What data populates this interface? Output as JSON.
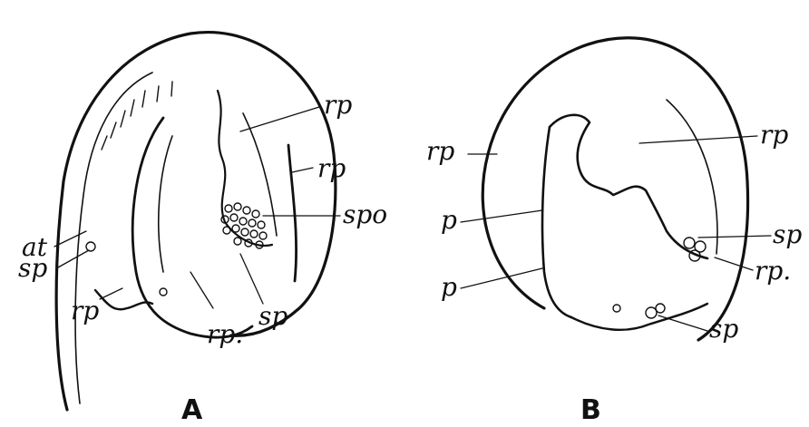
{
  "figure": {
    "panels": [
      {
        "caption": "A",
        "labels": {
          "rp_upper": "rp",
          "rp_right": "rp",
          "spo": "spo",
          "at": "at",
          "sp_left": "sp",
          "rp_bottom_left": "rp",
          "rp_bottom_mid": "rp.",
          "sp_bottom": "sp"
        }
      },
      {
        "caption": "B",
        "labels": {
          "rp_left": "rp",
          "rp_upper_right": "rp",
          "p_upper": "p",
          "p_lower": "p",
          "sp_right": "sp",
          "rp_right_lower": "rp.",
          "sp_bottom": "sp"
        }
      }
    ]
  },
  "colors": {
    "ink": "#111111",
    "background": "#ffffff"
  }
}
